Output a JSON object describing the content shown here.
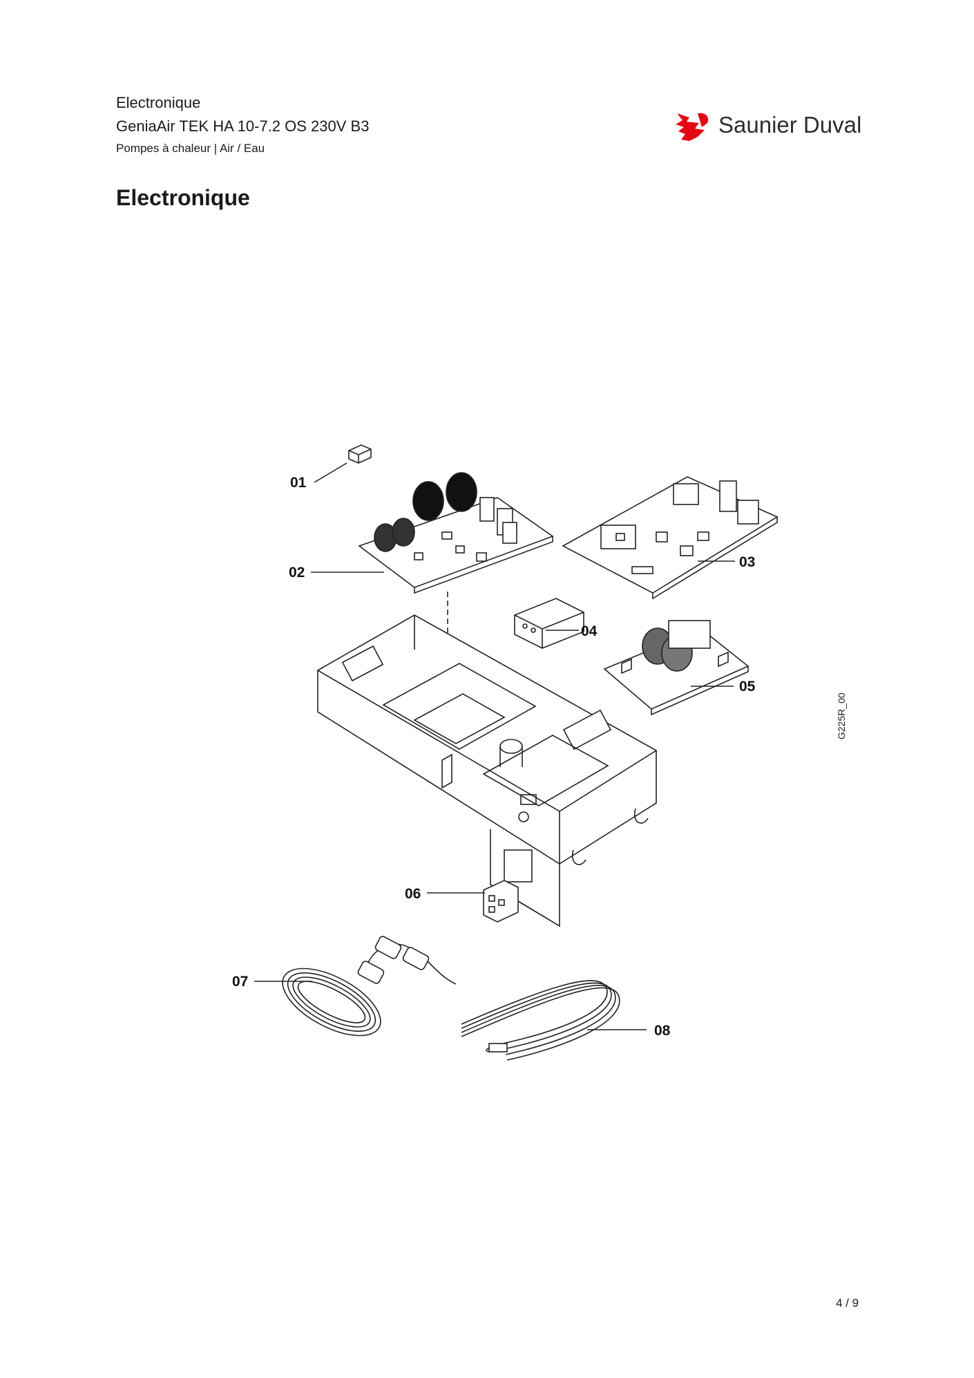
{
  "header": {
    "line1": "Electronique",
    "line2": "GeniaAir TEK HA 10-7.2 OS 230V B3",
    "line3": "Pompes à chaleur | Air / Eau"
  },
  "page_title": "Electronique",
  "brand": {
    "name": "Saunier Duval",
    "color": "#e30613"
  },
  "diagram": {
    "callouts": [
      "01",
      "02",
      "03",
      "04",
      "05",
      "06",
      "07",
      "08"
    ],
    "reference_code": "G225R_00"
  },
  "footer": {
    "page": "4 / 9"
  }
}
